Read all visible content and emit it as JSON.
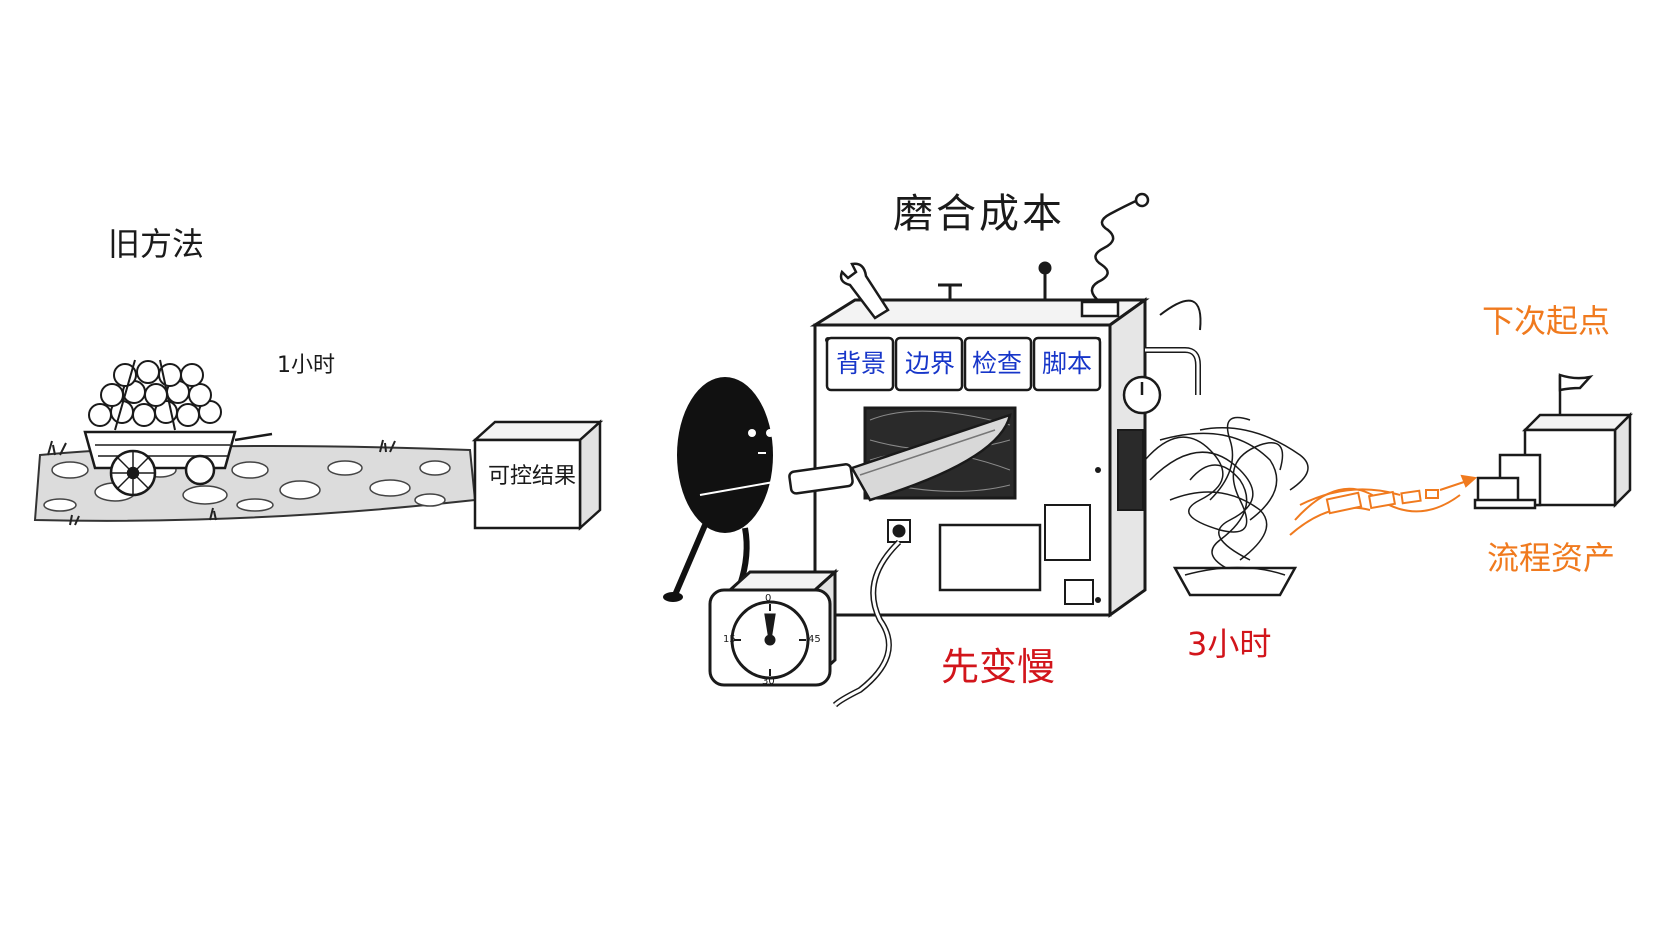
{
  "labels": {
    "old_method": "旧方法",
    "old_time": "1小时",
    "result_box": "可控结果",
    "cost_title": "磨合成本",
    "slow_first": "先变慢",
    "time_three": "3小时",
    "next_start": "下次起点",
    "process_assets": "流程资产"
  },
  "machine_panels": [
    "背景",
    "边界",
    "检查",
    "脚本"
  ],
  "timer_dial": [
    "0",
    "15",
    "30",
    "45"
  ],
  "colors": {
    "ink": "#1a1a1a",
    "red": "#d2151b",
    "orange": "#f07a1e",
    "blue": "#1736c9"
  },
  "icons": [
    "wood-cart-icon",
    "box-icon",
    "machine-icon",
    "blob-character-icon",
    "knife-icon",
    "timer-icon",
    "wrench-icon",
    "spring-antenna-icon",
    "gauge-icon",
    "tangled-wire-icon",
    "tray-icon",
    "flag-icon",
    "stairs-icon",
    "arrow-icon"
  ]
}
